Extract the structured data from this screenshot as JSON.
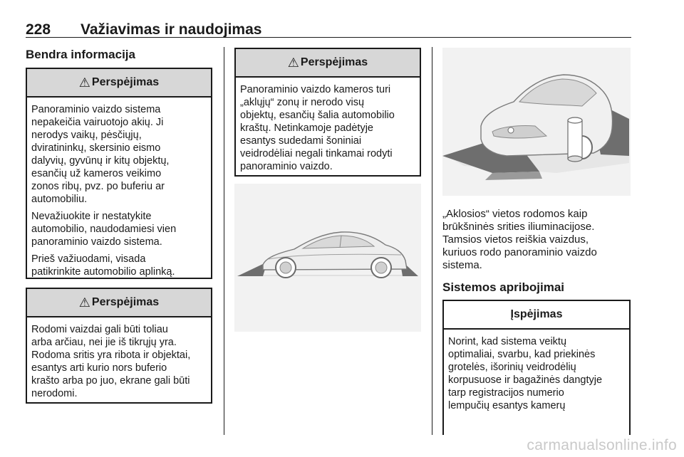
{
  "header": {
    "page_number": "228",
    "title": "Važiavimas ir naudojimas"
  },
  "col1": {
    "heading": "Bendra informacija",
    "warning1": {
      "label": "Perspėjimas",
      "paragraphs": [
        "Panoraminio vaizdo sistema\nnepakeičia vairuotojo akių. Ji\nnerodys vaikų, pėsčiųjų,\ndviratininkų, skersinio eismo\ndalyvių, gyvūnų ir kitų objektų,\nesančių už kameros veikimo\nzonos ribų, pvz. po buferiu ar\nautomobiliu.",
        "Nevažiuokite ir nestatykite\nautomobilio, naudodamiesi vien\npanoraminio vaizdo sistema.",
        "Prieš važiuodami, visada\npatikrinkite automobilio aplinką."
      ]
    },
    "warning2": {
      "label": "Perspėjimas",
      "paragraphs": [
        "Rodomi vaizdai gali būti toliau\narba arčiau, nei jie iš tikrųjų yra.\nRodoma sritis yra ribota ir objektai,\nesantys arti kurio nors buferio\nkrašto arba po juo, ekrane gali būti\nnerodomi."
      ]
    }
  },
  "col2": {
    "warning3": {
      "label": "Perspėjimas",
      "paragraphs": [
        "Panoraminio vaizdo kameros turi\n„aklųjų“ zonų ir nerodo visų\nobjektų, esančių šalia automobilio\nkraštų. Netinkamoje padėtyje\nesantys sudedami šoniniai\nveidrodėliai negali tinkamai rodyti\npanoraminio vaizdo."
      ]
    }
  },
  "col3": {
    "caption": "„Aklosios“ vietos rodomos kaip\nbrūkšninės srities iliuminacijose.\nTamsios vietos reiškia vaizdus,\nkuriuos rodo panoraminio vaizdo\nsistema.",
    "heading": "Sistemos apribojimai",
    "notice": {
      "label": "Įspėjimas",
      "paragraphs": [
        "Norint, kad sistema veiktų\noptimaliai, svarbu, kad priekinės\ngrotelės, išorinių veidrodėlių\nkorpusuose ir bagažinės dangtyje\ntarp registracijos numerio\nlempučių esantys kamerų"
      ]
    }
  },
  "footer": {
    "brand": "carmanualsonline.info"
  },
  "colors": {
    "warn_header_bg": "#d7d7d7",
    "figure_bg": "#f2f2f2",
    "zone_dark": "#6e6e6e"
  },
  "icons": {
    "warning": "warning-triangle-icon"
  }
}
